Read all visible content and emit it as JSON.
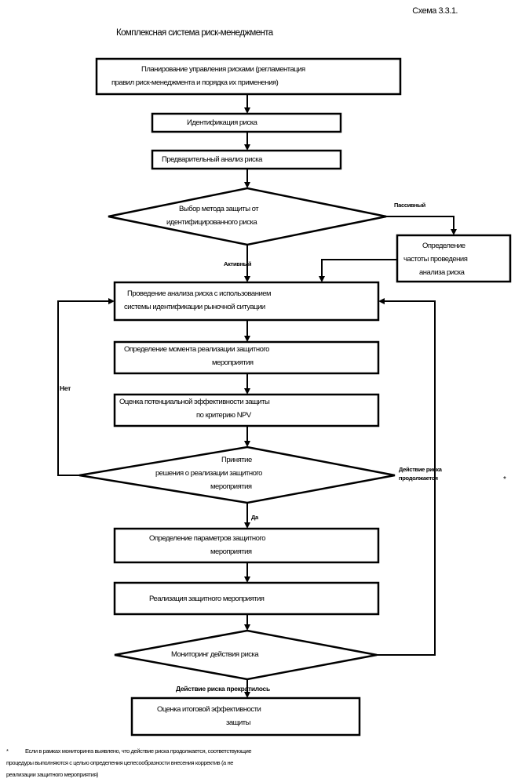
{
  "header": {
    "scheme_number": "Схема 3.3.1.",
    "title": "Комплексная система риск-менеджмента"
  },
  "nodes": {
    "planning_line1": "Планирование управления рисками (регламентация",
    "planning_line2": "правил риск-менеджмента и порядка их применения)",
    "identification": "Идентификация риска",
    "preliminary": "Предварительный анализ риска",
    "method_choice_line1": "Выбор метода защиты от",
    "method_choice_line2": "идентифицированного риска",
    "freq_line1": "Определение",
    "freq_line2": "частоты проведения",
    "freq_line3": "анализа риска",
    "analysis_line1": "Проведение анализа риска с использованием",
    "analysis_line2": "системы идентификации рыночной ситуации",
    "moment_line1": "Определение момента реализации защитного",
    "moment_line2": "мероприятия",
    "efficiency_line1": "Оценка потенциальной эффективности защиты",
    "efficiency_line2": "по критерию NPV",
    "decision_line1": "Принятие",
    "decision_line2": "решения о реализации защитного",
    "decision_line3": "мероприятия",
    "params_line1": "Определение параметров защитного",
    "params_line2": "мероприятия",
    "realization": "Реализация защитного мероприятия",
    "monitoring": "Мониторинг действия риска",
    "final_line1": "Оценка итоговой эффективности",
    "final_line2": "защиты"
  },
  "edge_labels": {
    "passive": "Пассивный",
    "active": "Активный",
    "no": "Нет",
    "yes": "Да",
    "risk_continues_line1": "Действие риска",
    "risk_continues_line2": "продолжается",
    "risk_stopped": "Действие риска прекратилось",
    "star": "*"
  },
  "footnote": {
    "mark": "*",
    "line1": "Если в рамках мониторинга выявлено, что действие риска продолжается, соответствующие",
    "line2": "процедуры выполняются с целью определения целесообразности внесения корректив (а не",
    "line3": "реализации защитного мероприятия)"
  }
}
